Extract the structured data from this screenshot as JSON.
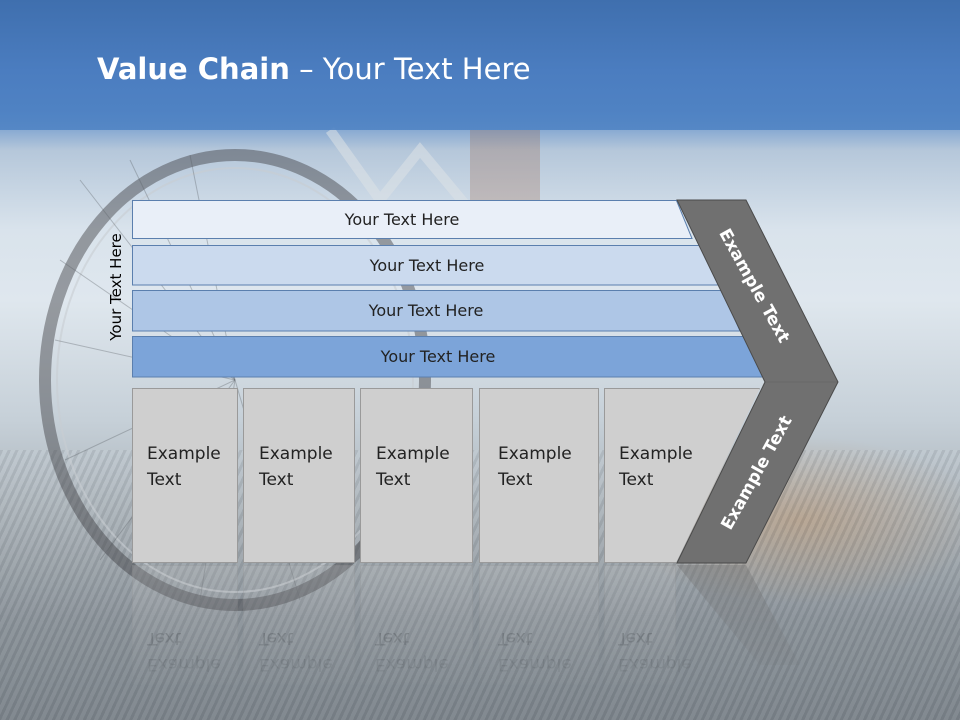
{
  "title": {
    "bold": "Value Chain",
    "rest": " – Your Text Here"
  },
  "side_label": "Your Text Here",
  "bands": [
    "Your Text Here",
    "Your Text Here",
    "Your Text Here",
    "Your Text Here"
  ],
  "boxes": [
    {
      "line1": "Example",
      "line2": "Text"
    },
    {
      "line1": "Example",
      "line2": "Text"
    },
    {
      "line1": "Example",
      "line2": "Text"
    },
    {
      "line1": "Example",
      "line2": "Text"
    },
    {
      "line1": "Example",
      "line2": "Text"
    }
  ],
  "chevron": {
    "upper_text": "Example Text",
    "lower_text": "Example Text"
  },
  "colors": {
    "title_band": "#4b7dc0",
    "band_1": "#e9eff8",
    "band_2": "#cbdaee",
    "band_3": "#aec6e6",
    "band_4": "#7ca4d9",
    "box_fill": "#cfcfcf",
    "chevron_fill": "#6f6f6f"
  }
}
